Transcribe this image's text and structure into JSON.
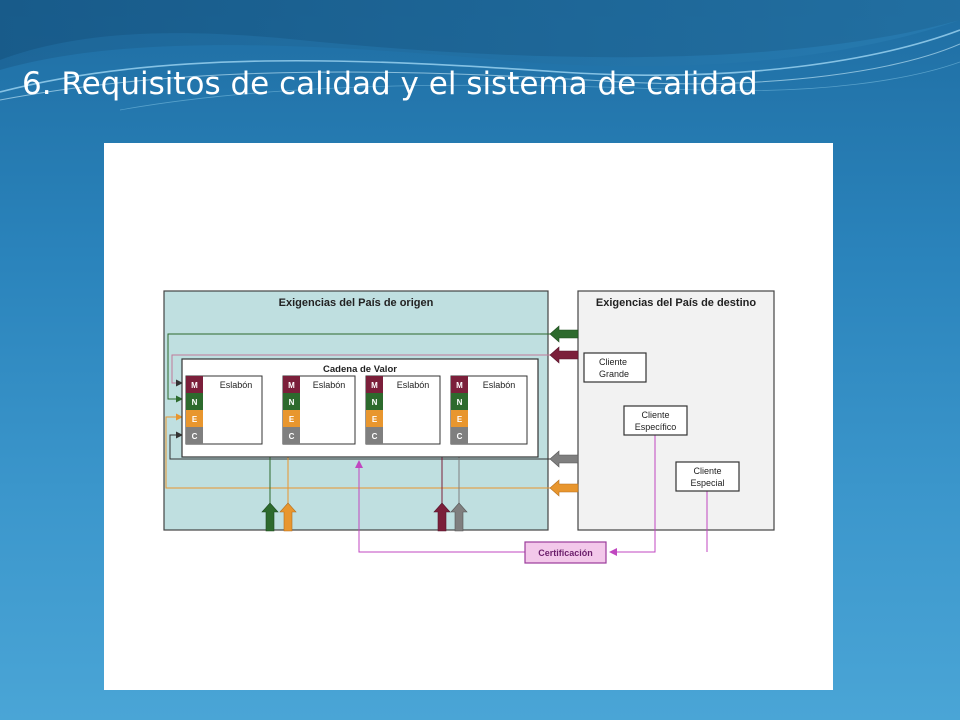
{
  "slide": {
    "title": "6. Requisitos de calidad y el sistema de calidad"
  },
  "diagram": {
    "origin_panel_title": "Exigencias del País de origen",
    "destination_panel_title": "Exigencias del País de destino",
    "value_chain_title": "Cadena de Valor",
    "links": [
      {
        "label": "Eslabón"
      },
      {
        "label": "Eslabón"
      },
      {
        "label": "Eslabón"
      },
      {
        "label": "Eslabón"
      }
    ],
    "layers": [
      {
        "letter": "M",
        "color": "#7b1f3a"
      },
      {
        "letter": "N",
        "color": "#2d6a2d"
      },
      {
        "letter": "E",
        "color": "#e8962e"
      },
      {
        "letter": "C",
        "color": "#7f7f7f"
      }
    ],
    "clients": [
      {
        "line1": "Cliente",
        "line2": "Grande"
      },
      {
        "line1": "Cliente",
        "line2": "Específico"
      },
      {
        "line1": "Cliente",
        "line2": "Especial"
      }
    ],
    "certification_label": "Certificación",
    "colors": {
      "origin_bg": "#bfdfe0",
      "destination_bg": "#f2f2f2",
      "certification": "#c047c0",
      "certification_bg": "#f3c8ea",
      "green": "#2d6a2d",
      "maroon": "#7b1f3a",
      "orange": "#e8962e",
      "gray": "#7f7f7f"
    }
  }
}
